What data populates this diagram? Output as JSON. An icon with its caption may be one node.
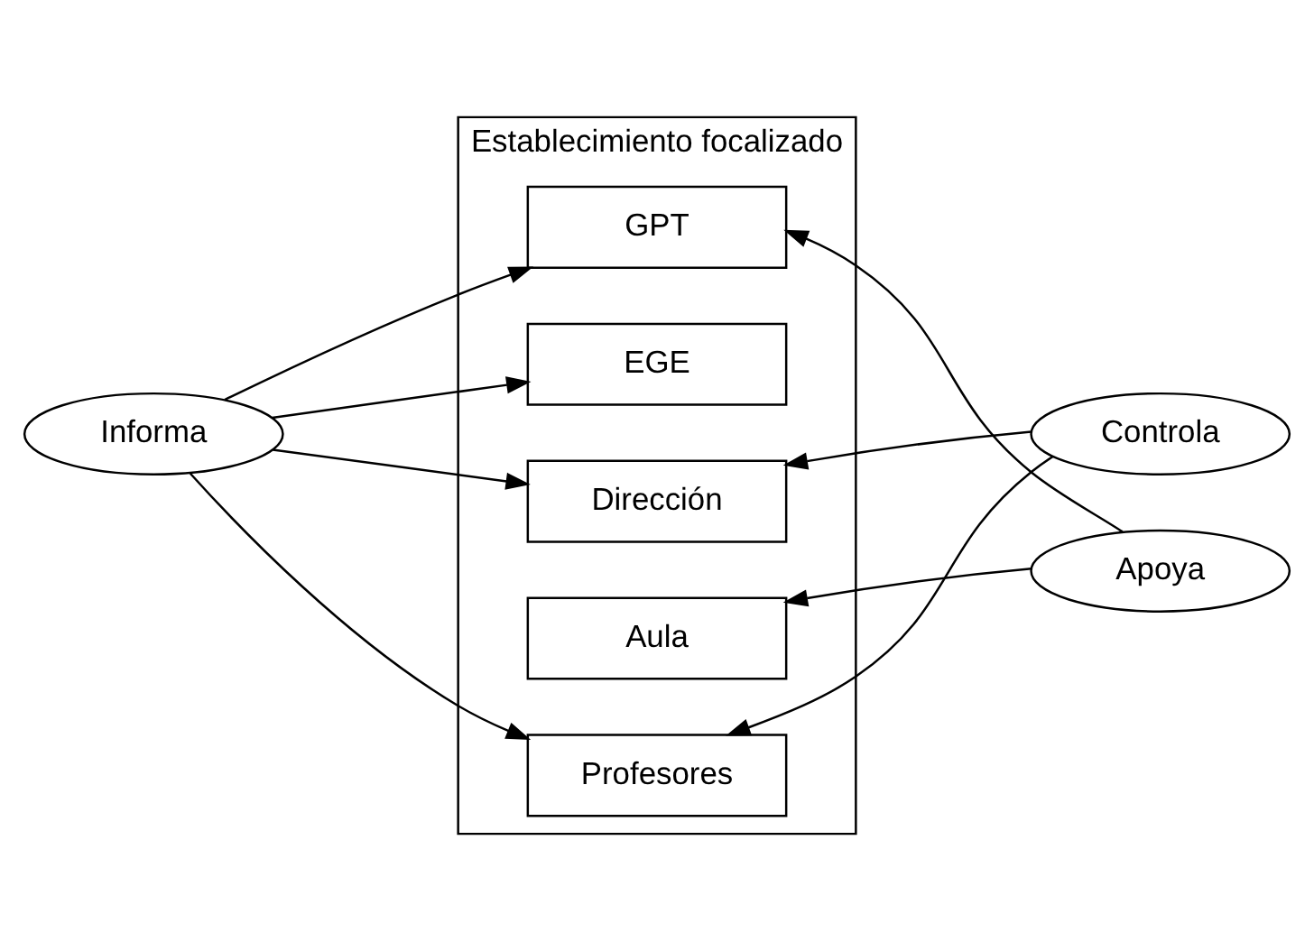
{
  "diagram": {
    "nodes": [
      {
        "text": [
          "Establecimiento focalizado"
        ]
      },
      {
        "text": [
          "Dirección"
        ],
        "in": 0
      },
      {
        "text": [
          "EGE"
        ],
        "in": 0
      },
      {
        "text": [
          "Profesores"
        ],
        "in": 0
      },
      {
        "text": [
          "GPT"
        ],
        "in": 0
      },
      {
        "text": [
          "Aula"
        ],
        "in": 0
      },
      {
        "text": [
          "Informa"
        ]
      },
      {
        "text": [
          "Controla"
        ]
      },
      {
        "text": [
          "Apoya"
        ]
      }
    ],
    "edges": [
      {
        "from": 6,
        "to": 1,
        "arrow": "to"
      },
      {
        "from": 6,
        "to": 2,
        "arrow": "to"
      },
      {
        "from": 6,
        "to": 3,
        "arrow": "to"
      },
      {
        "from": 6,
        "to": 4,
        "arrow": "to"
      },
      {
        "from": 7,
        "to": 1,
        "arrow": "to"
      },
      {
        "from": 7,
        "to": 3,
        "arrow": "to"
      },
      {
        "from": 8,
        "to": 4,
        "arrow": "to"
      },
      {
        "from": 8,
        "to": 5,
        "arrow": "to"
      }
    ]
  }
}
